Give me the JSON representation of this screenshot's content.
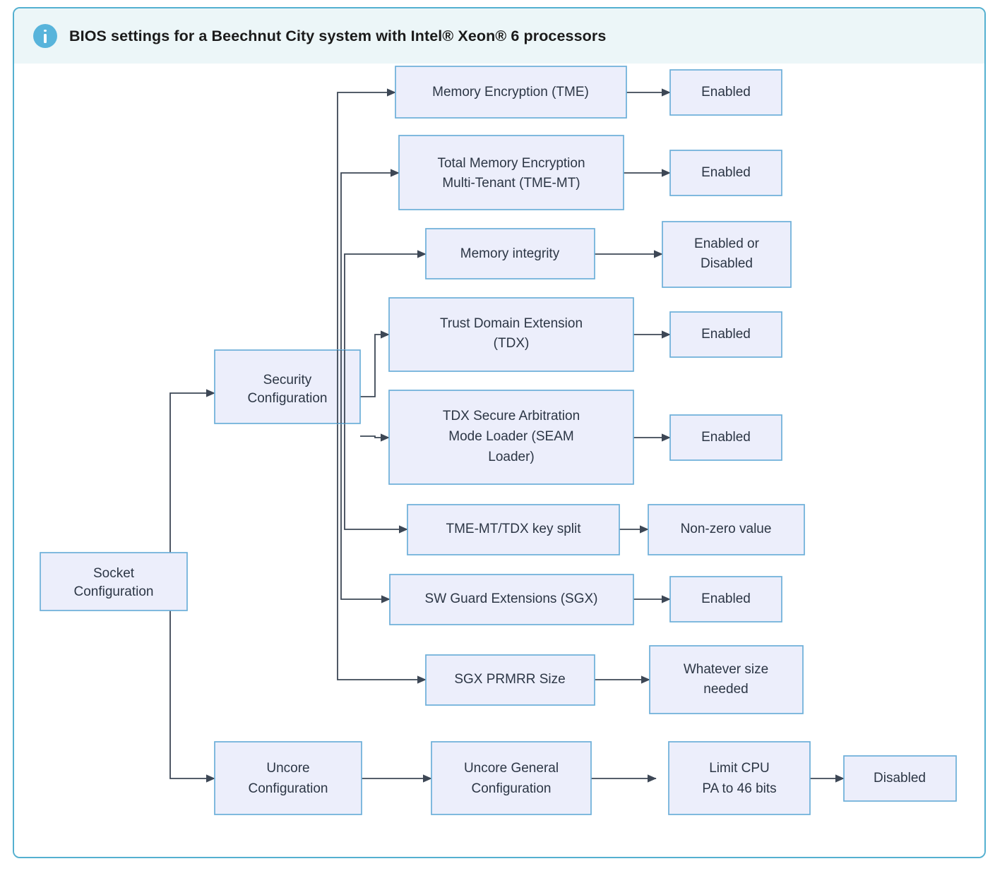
{
  "note": {
    "icon": "info-icon",
    "title": "BIOS settings for a Beechnut City system with Intel® Xeon® 6 processors",
    "accent_color": "#54b0d0",
    "header_background": "#ecf6f8"
  },
  "diagram": {
    "node_fill": "#eceefb",
    "node_border": "#6cafd9",
    "edge_color": "#3d4755",
    "nodes": {
      "socket_configuration": {
        "lines": [
          "Socket",
          "Configuration"
        ]
      },
      "security_configuration": {
        "lines": [
          "Security",
          "Configuration"
        ]
      },
      "uncore_configuration": {
        "lines": [
          "Uncore",
          "Configuration"
        ]
      },
      "uncore_general_configuration": {
        "lines": [
          "Uncore General",
          "Configuration"
        ]
      },
      "memory_encryption_tme": {
        "lines": [
          "Memory Encryption (TME)"
        ]
      },
      "memory_encryption_tme_value": {
        "lines": [
          "Enabled"
        ]
      },
      "total_memory_encryption_tme_mt": {
        "lines": [
          "Total Memory Encryption",
          "Multi-Tenant (TME-MT)"
        ]
      },
      "total_memory_encryption_tme_mt_value": {
        "lines": [
          "Enabled"
        ]
      },
      "memory_integrity": {
        "lines": [
          "Memory integrity"
        ]
      },
      "memory_integrity_value": {
        "lines": [
          "Enabled or",
          "Disabled"
        ]
      },
      "trust_domain_extension_tdx": {
        "lines": [
          "Trust Domain Extension",
          "(TDX)"
        ]
      },
      "trust_domain_extension_tdx_value": {
        "lines": [
          "Enabled"
        ]
      },
      "tdx_seam_loader": {
        "lines": [
          "TDX Secure Arbitration",
          "Mode Loader (SEAM",
          "Loader)"
        ]
      },
      "tdx_seam_loader_value": {
        "lines": [
          "Enabled"
        ]
      },
      "tme_mt_tdx_key_split": {
        "lines": [
          "TME-MT/TDX key split"
        ]
      },
      "tme_mt_tdx_key_split_value": {
        "lines": [
          "Non-zero value"
        ]
      },
      "sw_guard_extensions_sgx": {
        "lines": [
          "SW Guard Extensions (SGX)"
        ]
      },
      "sw_guard_extensions_sgx_value": {
        "lines": [
          "Enabled"
        ]
      },
      "sgx_prmrr_size": {
        "lines": [
          "SGX PRMRR Size"
        ]
      },
      "sgx_prmrr_size_value": {
        "lines": [
          "Whatever size",
          "needed"
        ]
      },
      "limit_cpu_pa_46_bits": {
        "lines": [
          "Limit CPU",
          "PA to 46 bits"
        ]
      },
      "limit_cpu_pa_46_bits_value": {
        "lines": [
          "Disabled"
        ]
      }
    }
  }
}
